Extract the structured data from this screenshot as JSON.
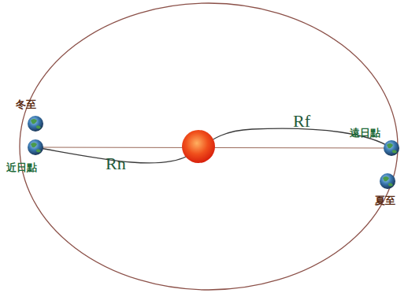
{
  "diagram": {
    "labels": [
      "冬至",
      "遠日點",
      "近日點",
      "Rn",
      "Rf",
      "夏至"
    ]
  }
}
